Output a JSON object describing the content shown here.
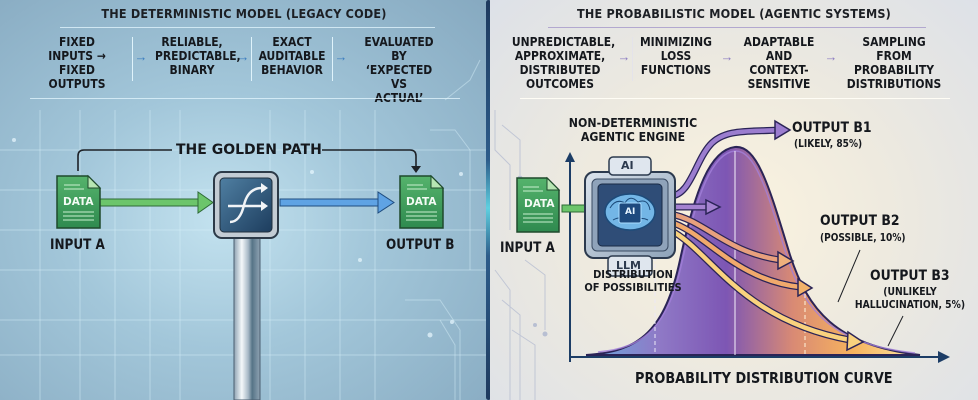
{
  "left": {
    "title": "THE DETERMINISTIC MODEL (LEGACY CODE)",
    "steps": [
      "FIXED\nINPUTS →\nFIXED OUTPUTS",
      "RELIABLE,\nPREDICTABLE,\nBINARY",
      "EXACT\nAUDITABLE\nBEHAVIOR",
      "EVALUATED BY\n‘EXPECTED VS\nACTUAL’"
    ],
    "step_arrow": "→",
    "golden_path_label": "THE GOLDEN PATH",
    "input_doc_label": "DATA",
    "input_label": "INPUT A",
    "output_doc_label": "DATA",
    "output_label": "OUTPUT B",
    "function_icon": "function-f-icon",
    "colors": {
      "input_arrow": "#5cbf5a",
      "output_arrow": "#4a90d9",
      "doc": "#3e9a5c",
      "step_arrow": "#3a7cbf"
    }
  },
  "right": {
    "title": "THE PROBABILISTIC MODEL (AGENTIC SYSTEMS)",
    "steps": [
      "UNPREDICTABLE,\nAPPROXIMATE,\nDISTRIBUTED\nOUTCOMES",
      "MINIMIZING\nLOSS\nFUNCTIONS",
      "ADAPTABLE\nAND CONTEXT-\nSENSITIVE",
      "SAMPLING FROM\nPROBABILITY\nDISTRIBUTIONS"
    ],
    "step_arrow": "→",
    "engine_title": "NON-DETERMINISTIC\nAGENTIC ENGINE",
    "engine_top_badge": "AI",
    "engine_chip_label": "AI",
    "engine_bottom_badge": "LLM",
    "engine_caption": "DISTRIBUTION\nOF POSSIBILITIES",
    "input_doc_label": "DATA",
    "input_label": "INPUT A",
    "outputs": [
      {
        "name": "OUTPUT B1",
        "detail": "(LIKELY, 85%)",
        "probability": 85
      },
      {
        "name": "OUTPUT B2",
        "detail": "(POSSIBLE, 10%)",
        "probability": 10
      },
      {
        "name": "OUTPUT B3",
        "detail": "(UNLIKELY\nHALLUCINATION, 5%)",
        "probability": 5
      }
    ],
    "curve_label": "PROBABILITY DISTRIBUTION CURVE",
    "colors": {
      "curve_purple": "#7b58b6",
      "curve_orange": "#f2a65a",
      "curve_yellow": "#f9d77e",
      "curve_blue": "#6aa9de",
      "step_arrow": "#8a7ac0"
    }
  }
}
